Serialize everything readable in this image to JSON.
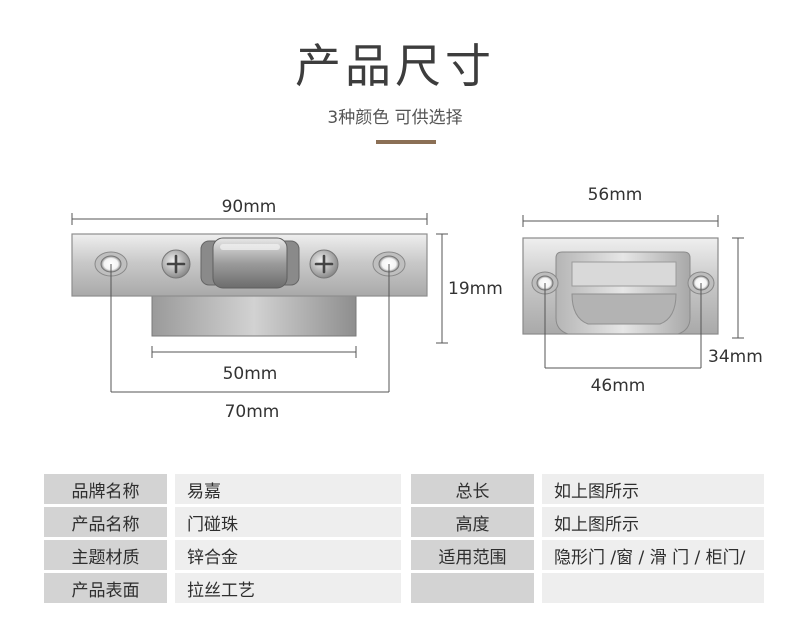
{
  "header": {
    "title": "产品尺寸",
    "subtitle": "3种颜色  可供选择"
  },
  "dimensions": {
    "latch": {
      "total_length": "90mm",
      "height": "19mm",
      "inner_length": "50mm",
      "hole_spacing": "70mm"
    },
    "strike": {
      "total_length": "56mm",
      "height": "34mm",
      "hole_spacing": "46mm"
    }
  },
  "spec_table": {
    "rows": [
      {
        "left_key": "品牌名称",
        "left_value": "易嘉",
        "right_key": "总长",
        "right_value": "如上图所示"
      },
      {
        "left_key": "产品名称",
        "left_value": "门碰珠",
        "right_key": "高度",
        "right_value": "如上图所示"
      },
      {
        "left_key": "主题材质",
        "left_value": "锌合金",
        "right_key": "适用范围",
        "right_value": "隐形门 /窗 / 滑  门 / 柜门/"
      },
      {
        "left_key": "产品表面",
        "left_value": "拉丝工艺",
        "right_key": "",
        "right_value": ""
      }
    ]
  },
  "colors": {
    "accent": "#8b6f55",
    "key_cell": "#d3d3d3",
    "value_cell": "#eeeeee"
  }
}
